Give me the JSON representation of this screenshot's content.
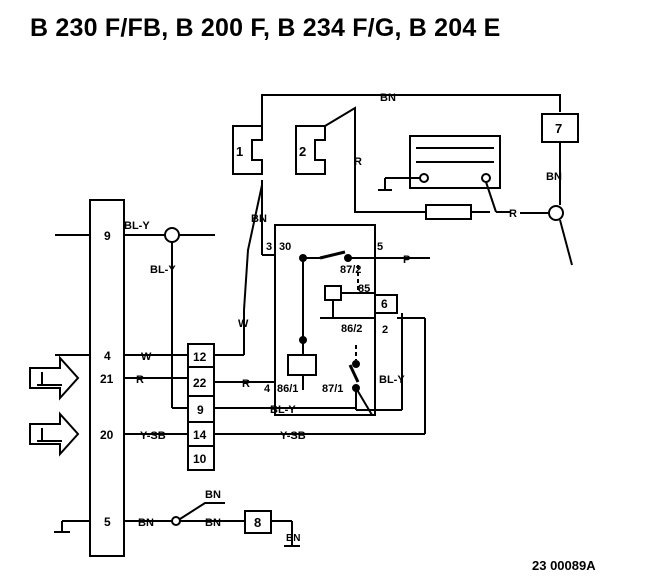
{
  "title": "B 230 F/FB, B 200 F, B 234 F/G, B 204 E",
  "diagram_code": "23 00089A",
  "components": {
    "c1": "1",
    "c2": "2",
    "c7": "7",
    "c8": "8",
    "c6": "6"
  },
  "connector_pins": [
    "9",
    "4",
    "21",
    "20",
    "5"
  ],
  "block_terminals": [
    "12",
    "22",
    "9",
    "14",
    "10"
  ],
  "relay_terminals": {
    "t3": "3",
    "t30": "30",
    "t5": "5",
    "t872": "87/2",
    "t85": "85",
    "t862": "86/2",
    "t2": "2",
    "t4": "4",
    "t861": "86/1",
    "t871": "87/1"
  },
  "wire_labels": {
    "bn_top": "BN",
    "r_vert": "R",
    "bn_right": "BN",
    "r_right": "R",
    "bn_left": "BN",
    "w_vert": "W",
    "bly_top": "BL-Y",
    "bly_mid": "BL-Y",
    "w4": "W",
    "r21": "R",
    "ysb20": "Y-SB",
    "r22": "R",
    "bly9": "BL-Y",
    "ysb14": "Y-SB",
    "p": "P",
    "bly_right": "BL-Y",
    "bn5": "BN",
    "bn_up": "BN",
    "bn8": "BN",
    "bn_gnd": "BN"
  }
}
